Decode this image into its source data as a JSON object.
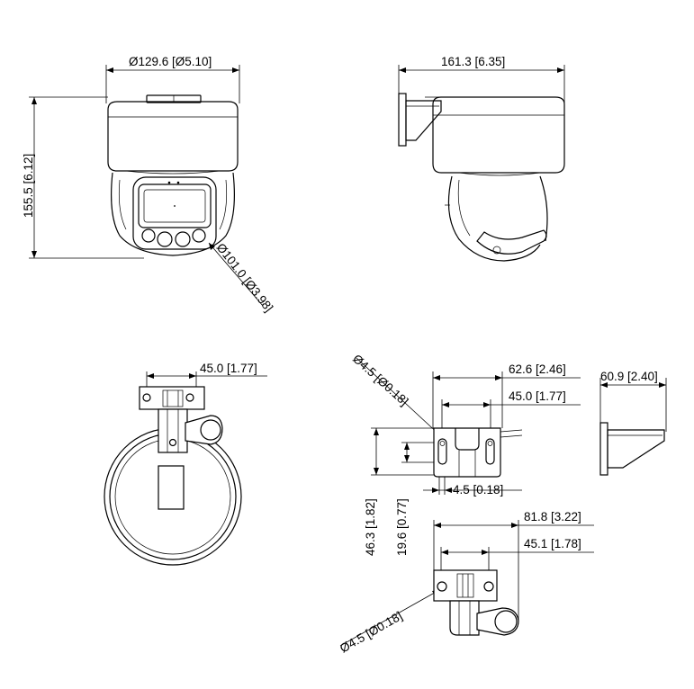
{
  "dimensions": {
    "front_width": "Ø129.6 [Ø5.10]",
    "front_height": "155.5 [6.12]",
    "lens_diameter": "Ø101.0 [Ø3.98]",
    "side_depth": "161.3 [6.35]",
    "bottom_bracket_width": "45.0 [1.77]",
    "bracket_hole_dia": "Ø4.5 [Ø0.18]",
    "bracket_width": "62.6 [2.46]",
    "bracket_hole_spacing": "45.0 [1.77]",
    "bracket_depth": "60.9 [2.40]",
    "bracket_height": "46.3 [1.82]",
    "bracket_hole_offset": "19.6 [0.77]",
    "bracket_slot_width": "4.5 [0.18]",
    "mount_width": "81.8 [3.22]",
    "mount_hole_spacing": "45.1 [1.78]",
    "mount_hole_dia": "Ø4.5 [Ø0.18]"
  },
  "colors": {
    "line": "#000000",
    "background": "#ffffff"
  }
}
